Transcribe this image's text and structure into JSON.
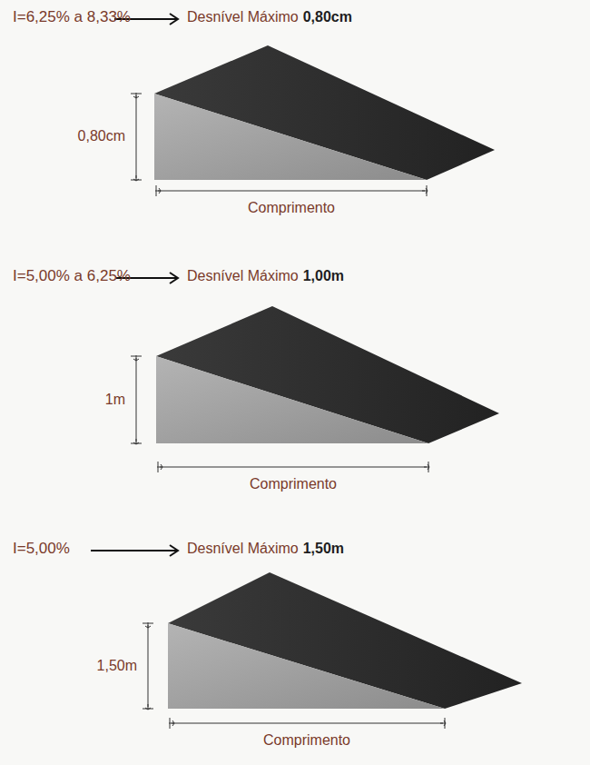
{
  "diagram": {
    "labels": [
      "I=6,25% a 8,33%",
      "Desnível Máximo",
      "0,80cm",
      "0,80cm",
      "Comprimento",
      "I=5,00% a 6,25%",
      "Desnível Máximo",
      "1,00m",
      "1m",
      "Comprimento",
      "I=5,00%",
      "Desnível Máximo",
      "1,50m",
      "1,50m",
      "Comprimento"
    ]
  }
}
